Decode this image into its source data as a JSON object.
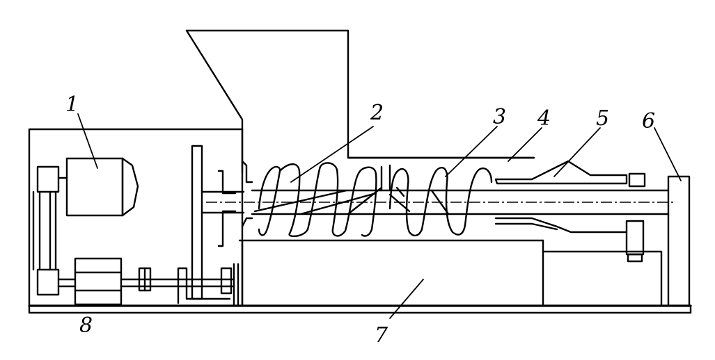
{
  "labels": {
    "motor": "1",
    "auger_feed": "2",
    "auger_press": "3",
    "housing": "4",
    "cone": "5",
    "end_plate": "6",
    "frame": "7",
    "drive": "8"
  }
}
